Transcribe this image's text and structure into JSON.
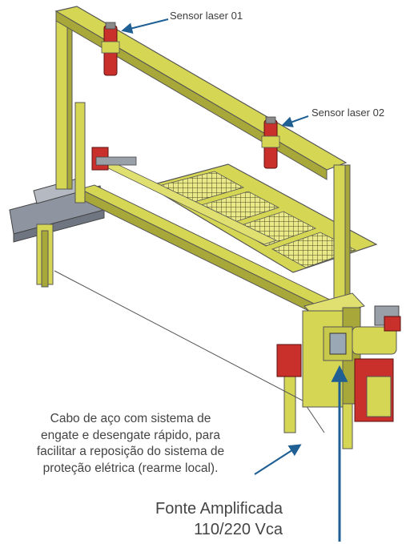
{
  "labels": {
    "sensor1": "Sensor laser 01",
    "sensor2": "Sensor laser 02",
    "cable": [
      "Cabo de aço com sistema de",
      "engate e desengate rápido, para",
      "facilitar a reposição do sistema de",
      "proteção elétrica (rearme local)."
    ],
    "fonte": [
      "Fonte Amplificada",
      "110/220 Vca"
    ]
  },
  "colors": {
    "frame": "#d6d655",
    "frame_shade": "#a8a83a",
    "sensor": "#c9302c",
    "rail": "#8e95a0",
    "arrow": "#1f5f94",
    "grid": "#e4e47a"
  }
}
